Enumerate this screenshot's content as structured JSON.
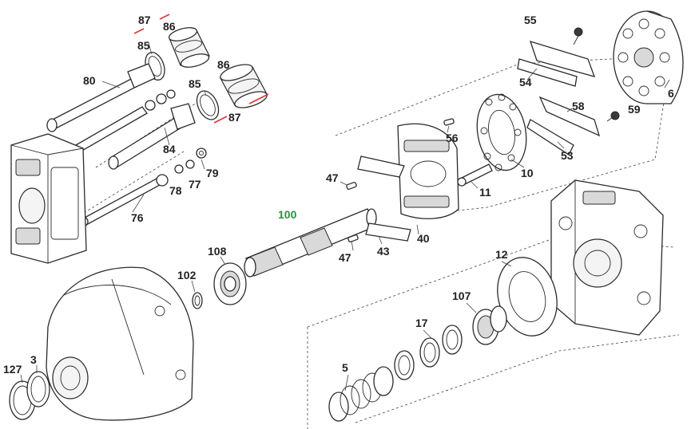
{
  "diagram": {
    "colors": {
      "ink": "#2b2b2b",
      "accent_red": "#e03a3a",
      "accent_green": "#2f8f3f"
    },
    "callouts": [
      {
        "id": "87a",
        "label": "87"
      },
      {
        "id": "86a",
        "label": "86"
      },
      {
        "id": "85a",
        "label": "85"
      },
      {
        "id": "80",
        "label": "80"
      },
      {
        "id": "86b",
        "label": "86"
      },
      {
        "id": "85b",
        "label": "85"
      },
      {
        "id": "87b",
        "label": "87"
      },
      {
        "id": "84",
        "label": "84"
      },
      {
        "id": "79",
        "label": "79"
      },
      {
        "id": "78",
        "label": "78"
      },
      {
        "id": "77",
        "label": "77"
      },
      {
        "id": "76",
        "label": "76"
      },
      {
        "id": "55",
        "label": "55"
      },
      {
        "id": "54",
        "label": "54"
      },
      {
        "id": "6",
        "label": "6"
      },
      {
        "id": "58",
        "label": "58"
      },
      {
        "id": "59",
        "label": "59"
      },
      {
        "id": "56",
        "label": "56"
      },
      {
        "id": "53",
        "label": "53"
      },
      {
        "id": "10",
        "label": "10"
      },
      {
        "id": "11",
        "label": "11"
      },
      {
        "id": "47a",
        "label": "47"
      },
      {
        "id": "100",
        "label": "100"
      },
      {
        "id": "47b",
        "label": "47"
      },
      {
        "id": "43",
        "label": "43"
      },
      {
        "id": "40",
        "label": "40"
      },
      {
        "id": "108",
        "label": "108"
      },
      {
        "id": "102",
        "label": "102"
      },
      {
        "id": "12",
        "label": "12"
      },
      {
        "id": "107",
        "label": "107"
      },
      {
        "id": "17",
        "label": "17"
      },
      {
        "id": "5",
        "label": "5"
      },
      {
        "id": "127",
        "label": "127"
      },
      {
        "id": "3",
        "label": "3"
      }
    ]
  }
}
